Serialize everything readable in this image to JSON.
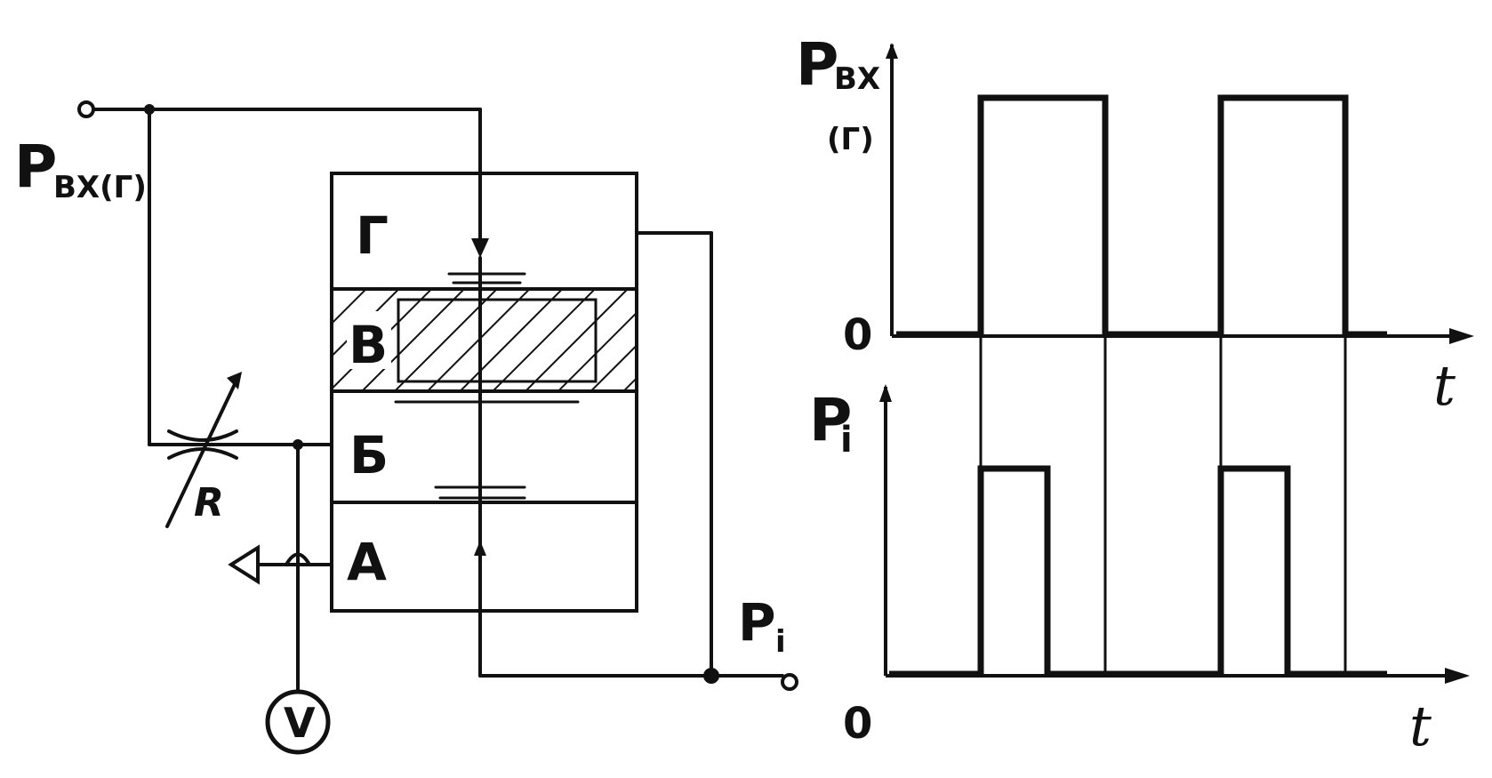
{
  "circuit": {
    "input_label": "P",
    "input_sub": "ВХ(Г)",
    "output_label": "P",
    "output_sub": "i",
    "chambers": [
      "Г",
      "В",
      "Б",
      "А"
    ],
    "resistor_label": "R",
    "gauge_label": "V"
  },
  "graphs": {
    "top": {
      "y_label": "P",
      "y_sub_1": "ВХ",
      "y_sub_2": "(Г)",
      "origin": "0",
      "x_label": "t",
      "pulses": [
        {
          "start": 1,
          "end": 2
        },
        {
          "start": 3,
          "end": 4
        }
      ]
    },
    "bottom": {
      "y_label": "P",
      "y_sub": "i",
      "origin": "0",
      "x_label": "t",
      "pulses": [
        {
          "start": 1,
          "end": 1.5
        },
        {
          "start": 3,
          "end": 3.5
        }
      ]
    }
  }
}
